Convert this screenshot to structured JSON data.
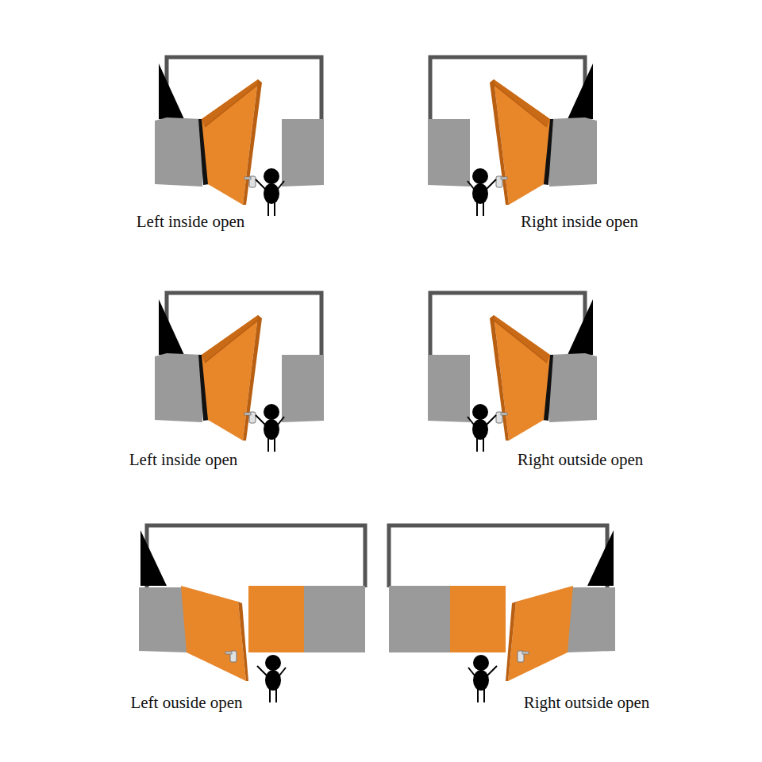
{
  "diagram": {
    "labels": [
      "Left inside open",
      "Right inside open",
      "Left inside open",
      "Right outside open",
      "Left ouside open",
      "Right outside open"
    ]
  }
}
